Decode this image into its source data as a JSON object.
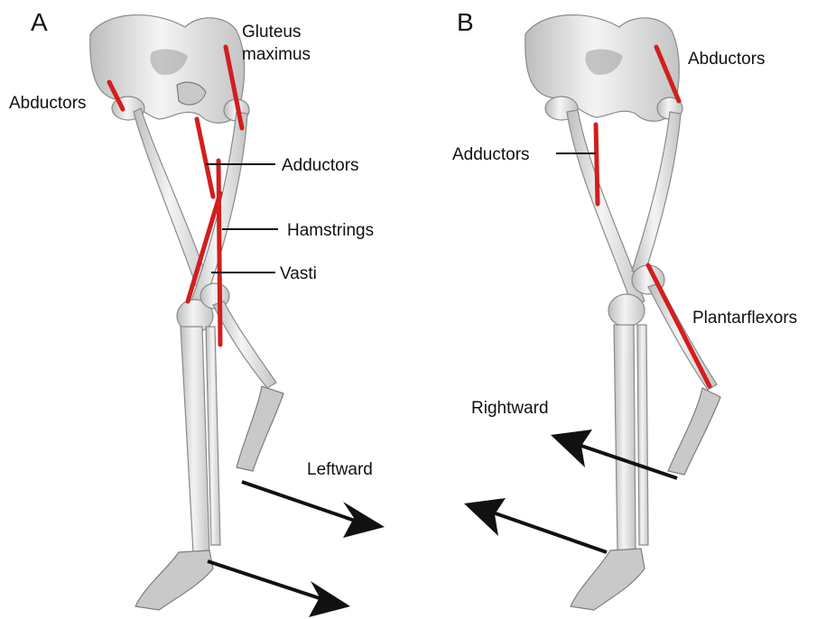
{
  "panels": [
    {
      "id": "A",
      "letter": "A",
      "labels": {
        "gluteus": [
          "Gluteus",
          "maximus"
        ],
        "abductors": "Abductors",
        "adductors": "Adductors",
        "hamstrings": "Hamstrings",
        "vasti": "Vasti",
        "direction": "Leftward"
      }
    },
    {
      "id": "B",
      "letter": "B",
      "labels": {
        "abductors": "Abductors",
        "adductors": "Adductors",
        "plantarflexors": "Plantarflexors",
        "direction": "Rightward"
      }
    }
  ],
  "colors": {
    "muscle": "#d21e1e",
    "bone": "#e6e6e6",
    "arrow": "#111111"
  }
}
